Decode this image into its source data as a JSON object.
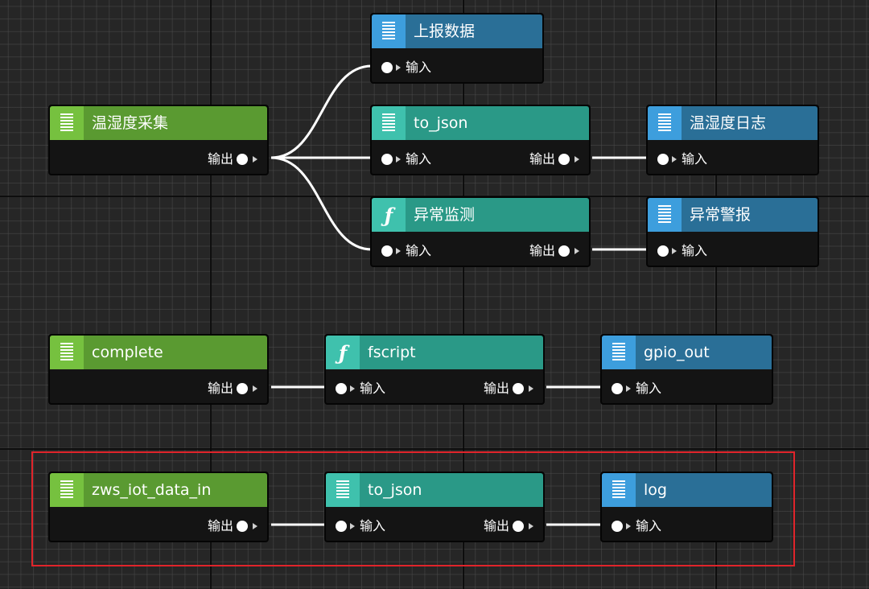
{
  "labels": {
    "input": "输入",
    "output": "输出"
  },
  "nodes": {
    "report_data": {
      "title": "上报数据",
      "color": "blue",
      "icon": "list-icon"
    },
    "th_collect": {
      "title": "温湿度采集",
      "color": "green",
      "icon": "list-icon"
    },
    "to_json_1": {
      "title": "to_json",
      "color": "teal",
      "icon": "list-icon"
    },
    "th_log": {
      "title": "温湿度日志",
      "color": "blue",
      "icon": "list-icon"
    },
    "anomaly_detect": {
      "title": "异常监测",
      "color": "teal",
      "icon": "function-icon"
    },
    "anomaly_alarm": {
      "title": "异常警报",
      "color": "blue",
      "icon": "list-icon"
    },
    "complete": {
      "title": "complete",
      "color": "green",
      "icon": "list-icon"
    },
    "fscript": {
      "title": "fscript",
      "color": "teal",
      "icon": "function-icon"
    },
    "gpio_out": {
      "title": "gpio_out",
      "color": "blue",
      "icon": "list-icon"
    },
    "zws_iot_data_in": {
      "title": "zws_iot_data_in",
      "color": "green",
      "icon": "list-icon"
    },
    "to_json_2": {
      "title": "to_json",
      "color": "teal",
      "icon": "list-icon"
    },
    "log": {
      "title": "log",
      "color": "blue",
      "icon": "list-icon"
    }
  },
  "connections": [
    {
      "from": "th_collect",
      "to": "report_data"
    },
    {
      "from": "th_collect",
      "to": "to_json_1"
    },
    {
      "from": "th_collect",
      "to": "anomaly_detect"
    },
    {
      "from": "to_json_1",
      "to": "th_log"
    },
    {
      "from": "anomaly_detect",
      "to": "anomaly_alarm"
    },
    {
      "from": "complete",
      "to": "fscript"
    },
    {
      "from": "fscript",
      "to": "gpio_out"
    },
    {
      "from": "zws_iot_data_in",
      "to": "to_json_2"
    },
    {
      "from": "to_json_2",
      "to": "log"
    }
  ],
  "selection": {
    "nodes": [
      "zws_iot_data_in",
      "to_json_2",
      "log"
    ],
    "color": "#e0242b"
  },
  "colors": {
    "green_header": "#5a9a31",
    "green_icon": "#76c13f",
    "teal_header": "#2a9987",
    "teal_icon": "#3fc1ad",
    "blue_header": "#2a6f97",
    "blue_icon": "#3d9edd",
    "wire": "#ffffff",
    "canvas": "#262626"
  }
}
